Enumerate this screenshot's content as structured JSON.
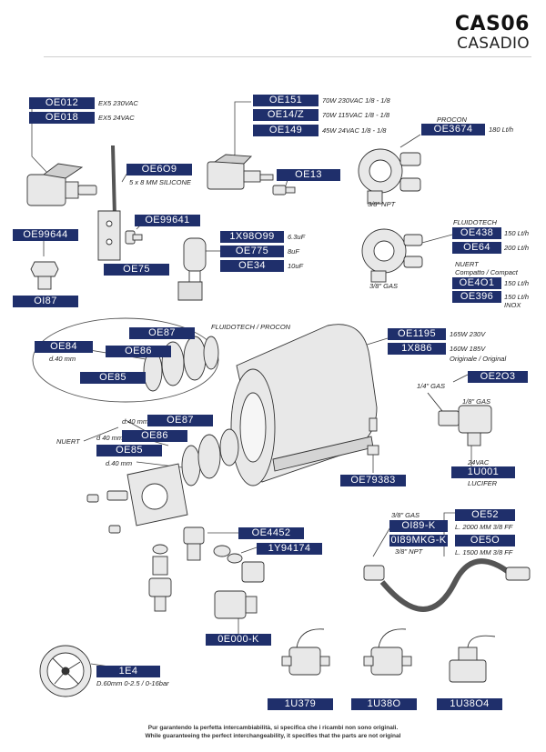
{
  "header": {
    "title": "CAS06",
    "subtitle": "CASADIO"
  },
  "labels": {
    "oe012": "OE012",
    "oe018": "OE018",
    "oe151": "OE151",
    "oe14z": "OE14/Z",
    "oe149": "OE149",
    "oe3674": "OE3674",
    "oe609": "OE6O9",
    "oe13": "OE13",
    "oe99641": "OE99641",
    "oe99644": "OE99644",
    "x98099": "1X98O99",
    "oe775": "OE775",
    "oe34": "OE34",
    "oe438": "OE438",
    "oe64": "OE64",
    "oe75": "OE75",
    "oi87": "OI87",
    "oe401": "OE4O1",
    "oe396": "OE396",
    "oe87a": "OE87",
    "oe84": "OE84",
    "oe86a": "OE86",
    "oe85a": "OE85",
    "oe1195": "OE1195",
    "x886": "1X886",
    "oe203": "OE2O3",
    "oe87b": "OE87",
    "oe86b": "OE86",
    "oe85b": "OE85",
    "oe79383": "OE79383",
    "u001": "1U001",
    "oe4452": "OE4452",
    "y94174": "1Y94174",
    "oe52": "OE52",
    "oi89k": "OI89-K",
    "oi89mkgk": "0I89MKG-K",
    "oe50": "OE5O",
    "oe000k": "0E000-K",
    "e4": "1E4",
    "u379": "1U379",
    "u380": "1U38O",
    "u3804": "1U38O4"
  },
  "notes": {
    "oe012": "EX5  230VAC",
    "oe018": "EX5  24VAC",
    "oe151": "70W 230VAC  1/8 - 1/8",
    "oe14z": "70W 115VAC  1/8 - 1/8",
    "oe149": "45W 24VAC  1/8 - 1/8",
    "procon": "PROCON",
    "oe3674": "180 Lt/h",
    "oe609": "5 x 8 MM  SILICONE",
    "npt38a": "3/8\" NPT",
    "x98099": "6.3uF",
    "oe775": "8uF",
    "oe34": "10uF",
    "fluidotech": "FLUIDOTECH",
    "oe438": "150 Lt/h",
    "oe64": "200 Lt/h",
    "nuert_compact": "NUERT\nCompatto / Compact",
    "oe401": "150 Lt/h",
    "oe396": "150 Lt/h\nINOX",
    "gas38a": "3/8\" GAS",
    "fluido_procon": "FLUIDOTECH / PROCON",
    "oe84": "d.40 mm",
    "oe1195": "165W  230V",
    "x886": "160W  185V",
    "orig": "Originale / Original",
    "gas14": "1/4\" GAS",
    "gas18": "1/8\" GAS",
    "vac24": "24VAC",
    "lucifer": "LUCIFER",
    "d40a": "d.40 mm",
    "d40b": "d 40 mm",
    "d40c": "d.40 mm",
    "nuert": "NUERT",
    "gas38b": "3/8\" GAS",
    "oe52": "L. 2000 MM   3/8 FF",
    "oe50": "L. 1500 MM   3/8 FF",
    "npt38b": "3/8\" NPT",
    "e4": "D.60mm 0-2.5 / 0-16bar"
  },
  "footer": {
    "line1": "Pur garantendo la perfetta intercambiabilità, si specifica che i ricambi non sono originali.",
    "line2": "While guaranteeing the perfect interchangeability, it specifies that the parts are not original"
  },
  "colors": {
    "label_bg": "#1f2f6b",
    "label_text": "#ffffff",
    "line": "#444444",
    "part_fill": "#e8e8e8"
  }
}
